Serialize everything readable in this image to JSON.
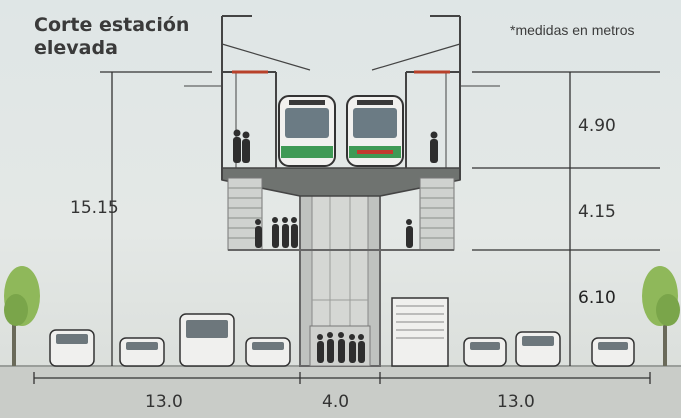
{
  "title_line1": "Corte estación",
  "title_line2": "elevada",
  "units_note": "*medidas en metros",
  "heights": {
    "total": "15.15",
    "upper": "4.90",
    "middle": "4.15",
    "lower": "6.10"
  },
  "widths": {
    "left_road": "13.0",
    "center": "4.0",
    "right_road": "13.0"
  }
}
